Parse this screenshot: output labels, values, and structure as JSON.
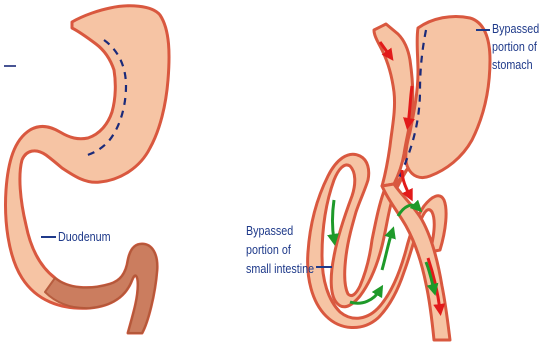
{
  "left_figure": {
    "duodenum_label": "Duodenum"
  },
  "right_figure": {
    "stomach_label_line1": "Bypassed",
    "stomach_label_line2": "portion of",
    "stomach_label_line3": "stomach",
    "intestine_label_line1": "Bypassed",
    "intestine_label_line2": "portion of",
    "intestine_label_line3": "small intestine"
  },
  "colors": {
    "organ_fill": "#f6c4a4",
    "organ_outline": "#d9583f",
    "distal_bowel": "#c97a5c",
    "staple_line": "#1a2a7a",
    "label_text": "#1f3a8a",
    "arrow_red": "#e21a1a",
    "arrow_green": "#1e9a2a"
  }
}
